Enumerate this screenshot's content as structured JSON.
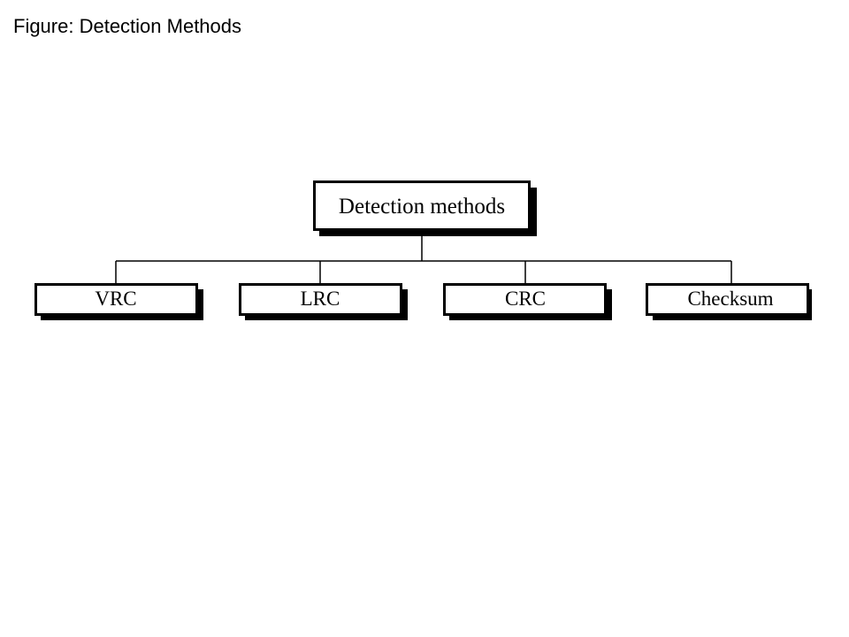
{
  "caption": "Figure: Detection Methods",
  "diagram": {
    "root": {
      "label": "Detection methods"
    },
    "children": [
      {
        "label": "VRC"
      },
      {
        "label": "LRC"
      },
      {
        "label": "CRC"
      },
      {
        "label": "Checksum"
      }
    ]
  }
}
